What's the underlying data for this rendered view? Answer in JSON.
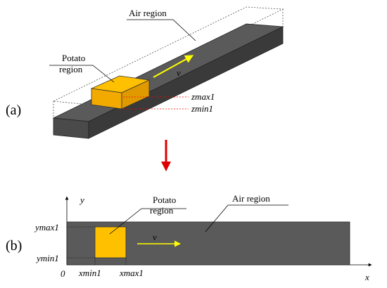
{
  "colors": {
    "slab_top": "#5a5a5a",
    "slab_front": "#4a4a4a",
    "slab_side": "#3a3a3a",
    "potato_top": "#ffc000",
    "potato_front": "#f2a900",
    "arrow_yellow": "#ffff00",
    "arrow_red": "#ff0000",
    "dotted_red": "#ff0000"
  },
  "part_a": {
    "panel_label": "(a)",
    "air_region_label": "Air region",
    "potato_label_line1": "Potato",
    "potato_label_line2": "region",
    "velocity_label": "v",
    "zmax_label": "zmax1",
    "zmin_label": "zmin1"
  },
  "part_b": {
    "panel_label": "(b)",
    "air_region_label": "Air region",
    "potato_label_line1": "Potato",
    "potato_label_line2": "region",
    "velocity_label": "v",
    "y_axis_label": "y",
    "x_axis_label": "x",
    "origin_label": "0",
    "ymax_label": "ymax1",
    "ymin_label": "ymin1",
    "xmin_label": "xmin1",
    "xmax_label": "xmax1"
  },
  "transition_arrow_icon": "down-arrow-icon"
}
